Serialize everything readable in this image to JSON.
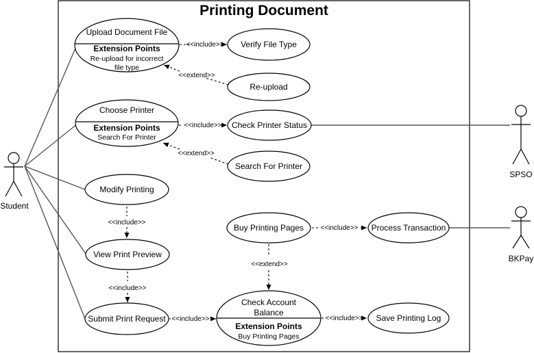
{
  "title": "Printing Document",
  "actors": {
    "student": "Student",
    "spso": "SPSO",
    "bkpay": "BKPay"
  },
  "use_cases": {
    "upload": {
      "label": "Upload Document File",
      "ep_header": "Extension Points",
      "ep_line1": "Re-upload for incorrect",
      "ep_line2": "file type"
    },
    "verify": {
      "label": "Verify File Type"
    },
    "reupload": {
      "label": "Re-upload"
    },
    "choose": {
      "label": "Choose Printer",
      "ep_header": "Extension Points",
      "ep_line1": "Search For Printer"
    },
    "check_status": {
      "label": "Check Printer Status"
    },
    "search": {
      "label": "Search For Printer"
    },
    "modify": {
      "label": "Modify Printing"
    },
    "preview": {
      "label": "View Print Preview"
    },
    "submit": {
      "label": "Submit Print Request"
    },
    "buy": {
      "label": "Buy Printing Pages"
    },
    "process": {
      "label": "Process Transaction"
    },
    "balance": {
      "label_line1": "Check Account",
      "label_line2": "Balance",
      "ep_header": "Extension Points",
      "ep_line1": "Buy Printing Pages"
    },
    "save_log": {
      "label": "Save Printing Log"
    }
  },
  "relations": {
    "include": "<<include>>",
    "extend": "<<extend>>"
  }
}
